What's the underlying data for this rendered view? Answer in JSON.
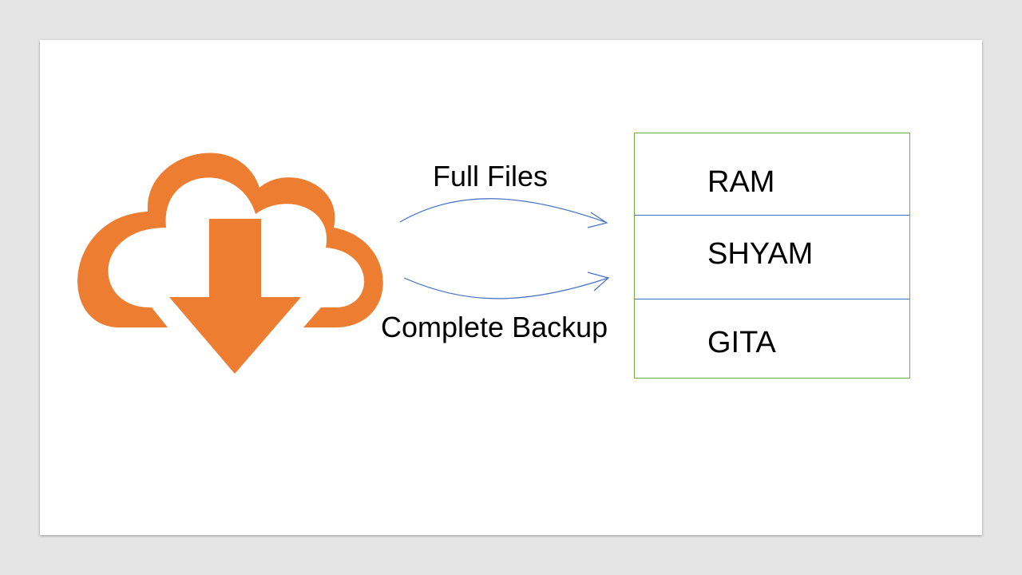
{
  "labels": {
    "full_files": "Full Files",
    "complete_backup": "Complete Backup"
  },
  "names": [
    "RAM",
    "SHYAM",
    "GITA"
  ],
  "icons": {
    "cloud": "cloud-download-icon"
  },
  "colors": {
    "cloud": "#ed7d31",
    "box_border": "#70ad47",
    "divider": "#4472c4",
    "arrow": "#4472c4"
  }
}
